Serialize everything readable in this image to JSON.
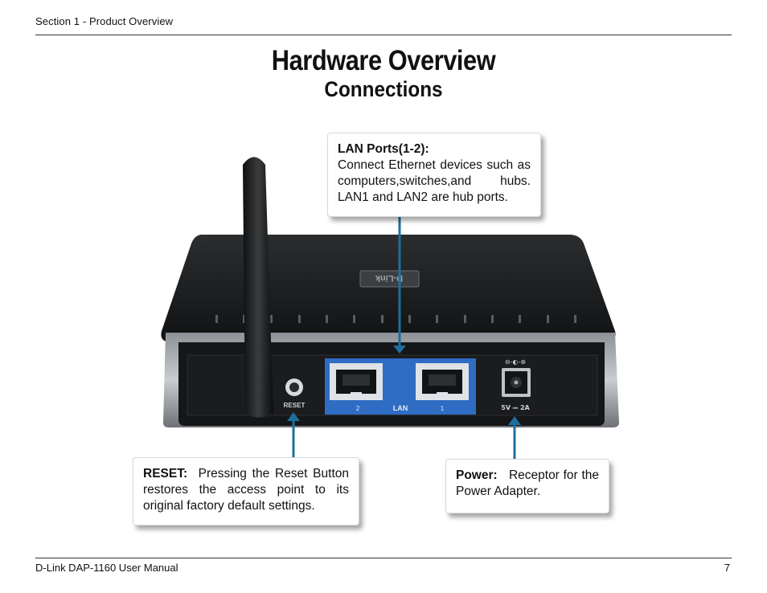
{
  "header": {
    "section": "Section 1 - Product Overview"
  },
  "page": {
    "title": "Hardware Overview",
    "subtitle": "Connections"
  },
  "callouts": {
    "lan": {
      "heading": "LAN Ports(1-2):",
      "body": "Connect Ethernet devices such as computers,switches,and hubs. LAN1 and LAN2 are hub ports."
    },
    "reset": {
      "heading": "RESET:",
      "body": "Pressing the Reset Button restores the access point to its original factory default settings."
    },
    "power": {
      "heading": "Power:",
      "body": "Receptor for the Power Adapter."
    }
  },
  "device": {
    "logo": "D-Link",
    "reset_label": "RESET",
    "lan_label": "LAN",
    "port_2_label": "2",
    "port_1_label": "1",
    "power_label": "5V ⎓ 2A",
    "polarity_label": "⊖-◐-⊕"
  },
  "footer": {
    "manual": "D-Link DAP-1160 User Manual",
    "page_number": "7"
  },
  "colors": {
    "arrow": "#1f6e9e",
    "lan_panel": "#2f6cc4"
  }
}
